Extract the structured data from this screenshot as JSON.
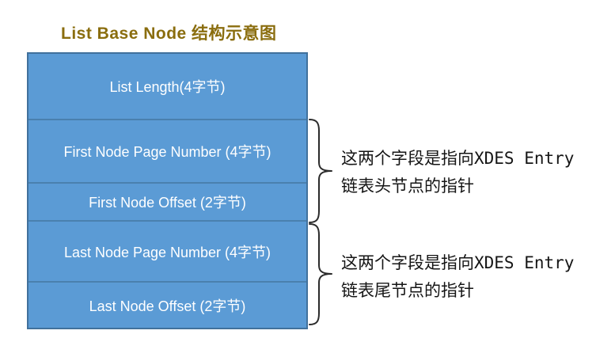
{
  "title": "List Base Node 结构示意图",
  "diagram": {
    "rows": [
      {
        "label": "List Length(4字节)"
      },
      {
        "label": "First Node Page Number (4字节)"
      },
      {
        "label": "First Node Offset (2字节)"
      },
      {
        "label": "Last Node Page Number (4字节)"
      },
      {
        "label": "Last Node Offset (2字节)"
      }
    ],
    "annotations": [
      {
        "line1": "这两个字段是指向XDES Entry",
        "line2": "链表头节点的指针"
      },
      {
        "line1": "这两个字段是指向XDES Entry",
        "line2": "链表尾节点的指针"
      }
    ],
    "colors": {
      "row_fill": "#5b9bd5",
      "row_border": "#41719c",
      "row_divider": "#4a80ae",
      "title_color": "#8a6d0e",
      "annotation_color": "#151515",
      "brace_color": "#2b2b2b",
      "bg": "#ffffff"
    }
  }
}
